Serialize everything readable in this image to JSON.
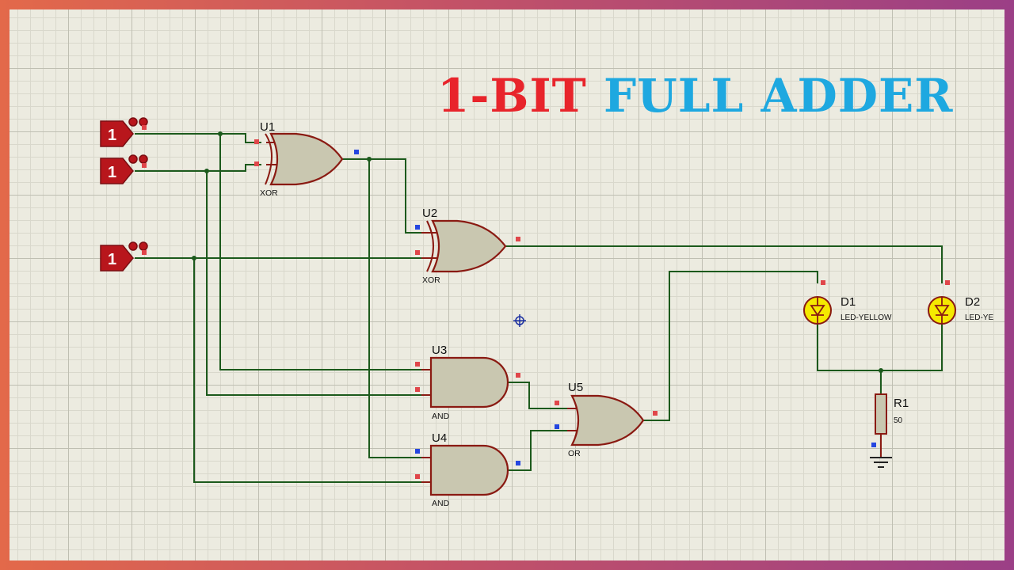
{
  "title": {
    "part1": "1-BIT",
    "part2": "FULL ADDER"
  },
  "colors": {
    "title_part1": "#e8242b",
    "title_part2": "#1ea8e0",
    "wire": "#1c5a1c",
    "gate_fill": "#c9c7b0",
    "gate_outline": "#8a1a12",
    "pin_logic_high": "#e0464a",
    "pin_logic_low": "#2446e0",
    "led_on": "#f5e900"
  },
  "inputs": [
    {
      "value": "1"
    },
    {
      "value": "1"
    },
    {
      "value": "1"
    }
  ],
  "gates": {
    "u1": {
      "ref": "U1",
      "type": "XOR"
    },
    "u2": {
      "ref": "U2",
      "type": "XOR"
    },
    "u3": {
      "ref": "U3",
      "type": "AND"
    },
    "u4": {
      "ref": "U4",
      "type": "AND"
    },
    "u5": {
      "ref": "U5",
      "type": "OR"
    }
  },
  "leds": {
    "d1": {
      "ref": "D1",
      "type": "LED-YELLOW"
    },
    "d2": {
      "ref": "D2",
      "type": "LED-YE"
    }
  },
  "resistor": {
    "ref": "R1",
    "value": "50"
  },
  "icons": [
    "crosshair-cursor-icon",
    "ground-icon",
    "led-icon",
    "resistor-icon",
    "logic-state-icon"
  ]
}
